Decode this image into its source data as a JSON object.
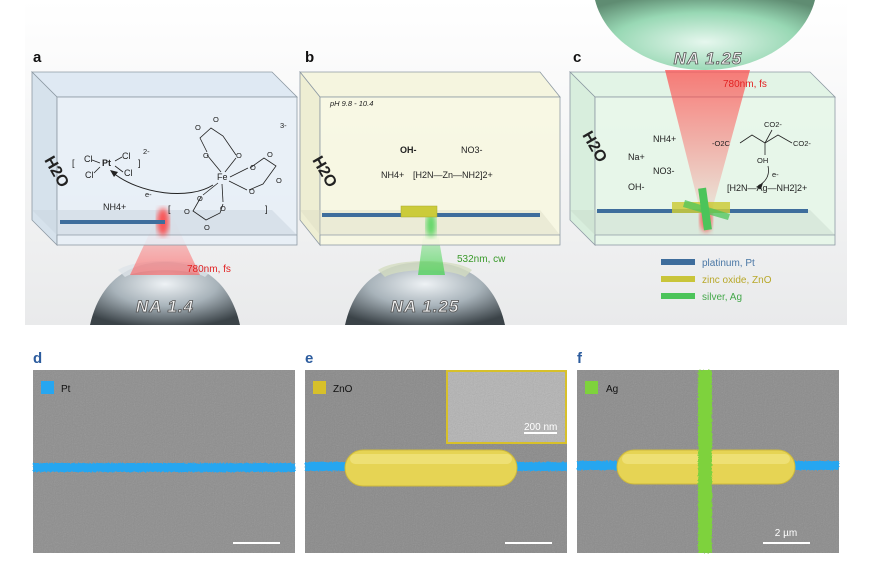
{
  "panels": {
    "a": {
      "letter": "a",
      "solvent": "H2O",
      "pt_complex_charge": "2-",
      "fe_complex_charge": "3-",
      "pt_label": "Pt",
      "fe_label": "Fe",
      "cl": "Cl",
      "o": "O",
      "electron": "e-",
      "nh4": "NH4+",
      "laser": "780nm, fs",
      "na": "NA 1.4"
    },
    "b": {
      "letter": "b",
      "solvent": "H2O",
      "ph": "pH 9.8 - 10.4",
      "oh": "OH-",
      "no3": "NO3-",
      "nh4": "NH4+",
      "zn_complex": "[H2N—Zn—NH2]2+",
      "laser": "532nm, cw",
      "na": "NA 1.25"
    },
    "c": {
      "letter": "c",
      "solvent": "H2O",
      "nh4": "NH4+",
      "na_ion": "Na+",
      "no3": "NO3-",
      "oh": "OH-",
      "electron": "e-",
      "ag_complex": "[H2N—Ag—NH2]2+",
      "laser": "780nm, fs",
      "na": "NA 1.25",
      "citrate": {
        "oh": "OH",
        "co2_top": "CO2-",
        "co2_left": "-O2C",
        "co2_right": "CO2-"
      }
    },
    "d": {
      "letter": "d",
      "tag": "Pt",
      "tag_color": "#27a6f0"
    },
    "e": {
      "letter": "e",
      "tag": "ZnO",
      "tag_color": "#d7c02a",
      "inset_scale": "200 nm"
    },
    "f": {
      "letter": "f",
      "tag": "Ag",
      "tag_color": "#7ed23c",
      "scale": "2 µm"
    }
  },
  "legend": [
    {
      "label": "platinum, Pt",
      "color": "#3e6d9c",
      "text_color": "#4a77a5"
    },
    {
      "label": "zinc oxide, ZnO",
      "color": "#c9c53a",
      "text_color": "#b8a82a"
    },
    {
      "label": "silver, Ag",
      "color": "#4cc45a",
      "text_color": "#44a84a"
    }
  ]
}
